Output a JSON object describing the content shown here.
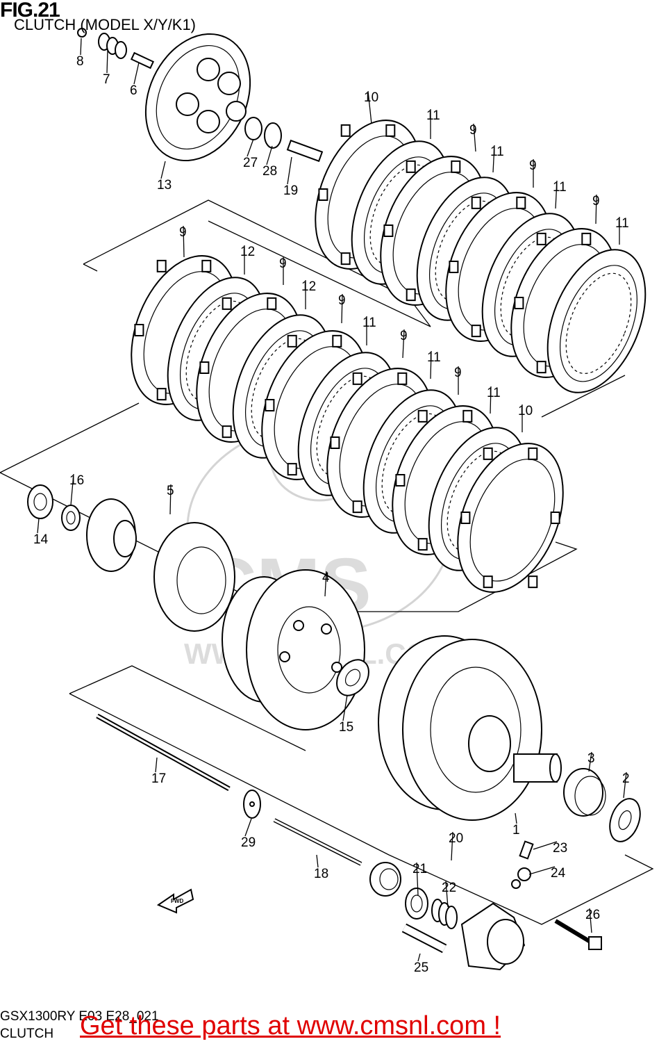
{
  "figure": {
    "title": "FIG.21",
    "subtitle": "CLUTCH (MODEL X/Y/K1)",
    "ref_code": "GSX1300RY E03 E28_021",
    "ref_name": "CLUTCH"
  },
  "watermark": {
    "text": "CMS",
    "url_text": "WWW.CMSNL.COM"
  },
  "banner": {
    "text": "Get these parts at www.cmsnl.com !",
    "color": "#e00000"
  },
  "direction_marker": "FWD",
  "callouts": [
    "1",
    "2",
    "3",
    "4",
    "5",
    "6",
    "7",
    "8",
    "9",
    "10",
    "11",
    "12",
    "13",
    "14",
    "15",
    "16",
    "17",
    "18",
    "19",
    "20",
    "21",
    "22",
    "23",
    "24",
    "25",
    "26",
    "27",
    "28",
    "29"
  ],
  "callout_positions": [
    {
      "label": "8"
    },
    {
      "label": "7"
    },
    {
      "label": "6"
    },
    {
      "label": "13"
    },
    {
      "label": "27"
    },
    {
      "label": "28"
    },
    {
      "label": "19"
    },
    {
      "label": "10"
    },
    {
      "label": "11"
    },
    {
      "label": "9"
    },
    {
      "label": "11"
    },
    {
      "label": "9"
    },
    {
      "label": "11"
    },
    {
      "label": "9"
    },
    {
      "label": "11"
    },
    {
      "label": "9"
    },
    {
      "label": "12"
    },
    {
      "label": "9"
    },
    {
      "label": "12"
    },
    {
      "label": "9"
    },
    {
      "label": "11"
    },
    {
      "label": "9"
    },
    {
      "label": "11"
    },
    {
      "label": "9"
    },
    {
      "label": "11"
    },
    {
      "label": "10"
    },
    {
      "label": "16"
    },
    {
      "label": "14"
    },
    {
      "label": "5"
    },
    {
      "label": "4"
    },
    {
      "label": "15"
    },
    {
      "label": "3"
    },
    {
      "label": "2"
    },
    {
      "label": "1"
    },
    {
      "label": "17"
    },
    {
      "label": "29"
    },
    {
      "label": "18"
    },
    {
      "label": "20"
    },
    {
      "label": "21"
    },
    {
      "label": "22"
    },
    {
      "label": "23"
    },
    {
      "label": "24"
    },
    {
      "label": "26"
    },
    {
      "label": "25"
    }
  ]
}
